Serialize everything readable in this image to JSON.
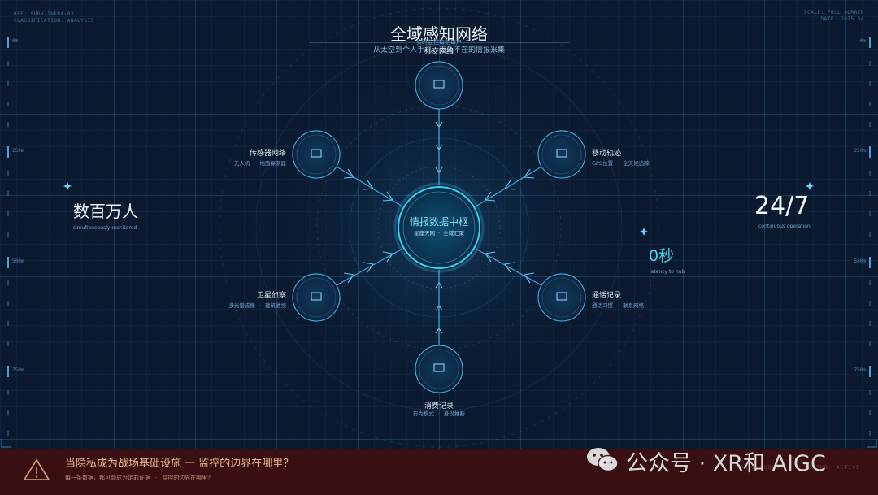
{
  "header": {
    "ref": "REF: SURV-INFRA-02",
    "classification": "CLASSIFICATION: ANALYSIS",
    "scale": "SCALE: FULL DOMAIN",
    "date": "DATE: 2025.04",
    "title": "全域感知网络",
    "subtitle_small": "实时监控每刻每户",
    "subtitle": "从太空到个人手机，无处不在的情报采集"
  },
  "ruler": {
    "left": [
      "0m",
      "250m",
      "500m",
      "750m"
    ],
    "right": [
      "0m",
      "250m",
      "500m",
      "750m"
    ]
  },
  "hub": {
    "title": "情报数据中枢",
    "tags": [
      "星座天网",
      "全域汇聚"
    ]
  },
  "nodes": {
    "top": {
      "label": "社交网络",
      "tags": []
    },
    "upper_left": {
      "label": "传感器网络",
      "tags": [
        "无人机",
        "地面探测器"
      ]
    },
    "upper_right": {
      "label": "移动轨迹",
      "tags": [
        "GPS位置",
        "全天候追踪"
      ]
    },
    "lower_left": {
      "label": "卫星侦察",
      "tags": [
        "多光谱成像",
        "建筑透视"
      ]
    },
    "lower_right": {
      "label": "通话记录",
      "tags": [
        "通话习惯",
        "联系网络"
      ]
    },
    "bottom": {
      "label": "消费记录",
      "tags": [
        "行为模式",
        "身份推断"
      ]
    }
  },
  "stats": {
    "left": {
      "value": "数百万人",
      "caption": "simultaneously monitored"
    },
    "right_top": {
      "value": "24/7",
      "caption": "continuous operation"
    },
    "right_mid": {
      "value": "0秒",
      "caption": "latency to hub"
    }
  },
  "footer": {
    "title": "当隐私成为战场基础设施 一 监控的边界在哪里？",
    "sub": [
      "每一条数据，都可能成为定罪证据",
      "监控的边界在哪里？"
    ],
    "status": "DATA NODES: 6 | STATUS: ACTIVE"
  },
  "watermark": "公众号 · XR和 AIGC",
  "colors": {
    "background": "#0b1a2e",
    "accent": "#2fb8e6",
    "hub_text": "#7fe6ff",
    "footer_bg": "#3a0f12",
    "footer_title": "#e8b58a"
  }
}
